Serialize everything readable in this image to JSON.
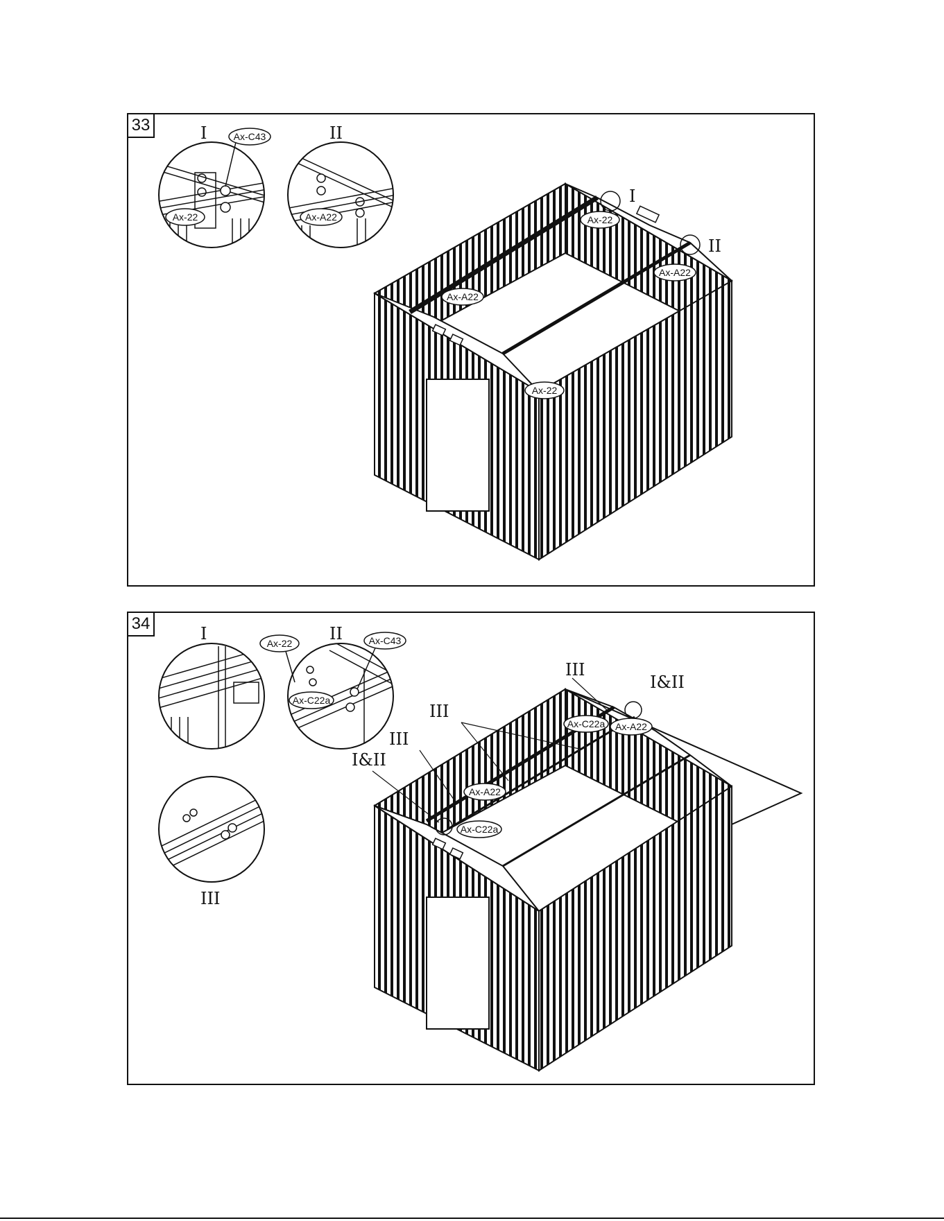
{
  "steps": [
    {
      "number": "33",
      "detail_labels": [
        "I",
        "II"
      ],
      "detail_I": {
        "tags": [
          "Ax-C43",
          "Ax-22"
        ]
      },
      "detail_II": {
        "tags": [
          "Ax-A22"
        ]
      },
      "main_tags": {
        "left_beam": "Ax-A22",
        "left_lower": "Ax-22",
        "top": "Ax-22",
        "right": "Ax-A22"
      },
      "main_markers": [
        "I",
        "II"
      ]
    },
    {
      "number": "34",
      "detail_labels": [
        "I",
        "II",
        "III"
      ],
      "detail_II": {
        "tags": [
          "Ax-22",
          "Ax-C43",
          "Ax-C22a"
        ]
      },
      "main_tags": {
        "a22_left": "Ax-A22",
        "c22a_left": "Ax-C22a",
        "c22a_right": "Ax-C22a",
        "a22_right": "Ax-A22"
      },
      "main_markers": [
        "III",
        "I&II",
        "III",
        "III",
        "I&II"
      ]
    }
  ]
}
